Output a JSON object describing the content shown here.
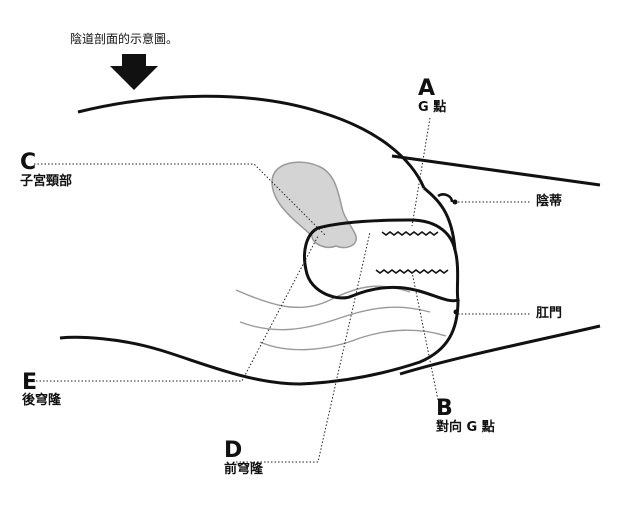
{
  "caption": "陰道剖面的示意圖。",
  "labels": {
    "a_letter": "A",
    "a_text": "G 點",
    "b_letter": "B",
    "b_text": "對向 G 點",
    "c_letter": "C",
    "c_text": "子宮頸部",
    "d_letter": "D",
    "d_text": "前穹隆",
    "e_letter": "E",
    "e_text": "後穹隆",
    "clitoris": "陰蒂",
    "anus": "肛門"
  },
  "colors": {
    "stroke": "#111111",
    "uterus_fill": "#d4d4d4",
    "wave": "#9a9a9a"
  },
  "icons": [
    "down-arrow-icon"
  ]
}
